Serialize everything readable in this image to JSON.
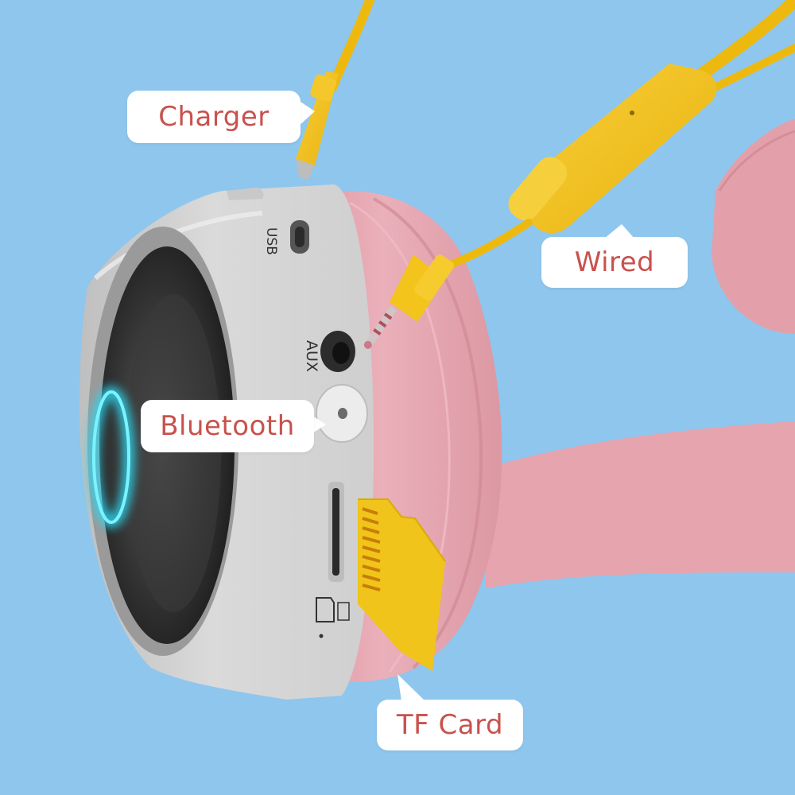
{
  "callouts": {
    "charger": "Charger",
    "wired": "Wired",
    "bluetooth": "Bluetooth",
    "tf_card": "TF Card"
  },
  "port_labels": {
    "usb": "USB",
    "aux": "AUX"
  },
  "colors": {
    "background": "#8ec6ee",
    "callout_text": "#c9514d",
    "shell": "#d8d8d8",
    "cushion": "#e7a9b3",
    "cable": "#f3c21f",
    "led_ring": "#33e3f5",
    "sd_card": "#f2c51b"
  },
  "icons": [
    "usb-c-port-icon",
    "aux-jack-icon",
    "bluetooth-button-icon",
    "tf-card-slot-icon",
    "sd-card-icon",
    "led-ring-icon"
  ]
}
